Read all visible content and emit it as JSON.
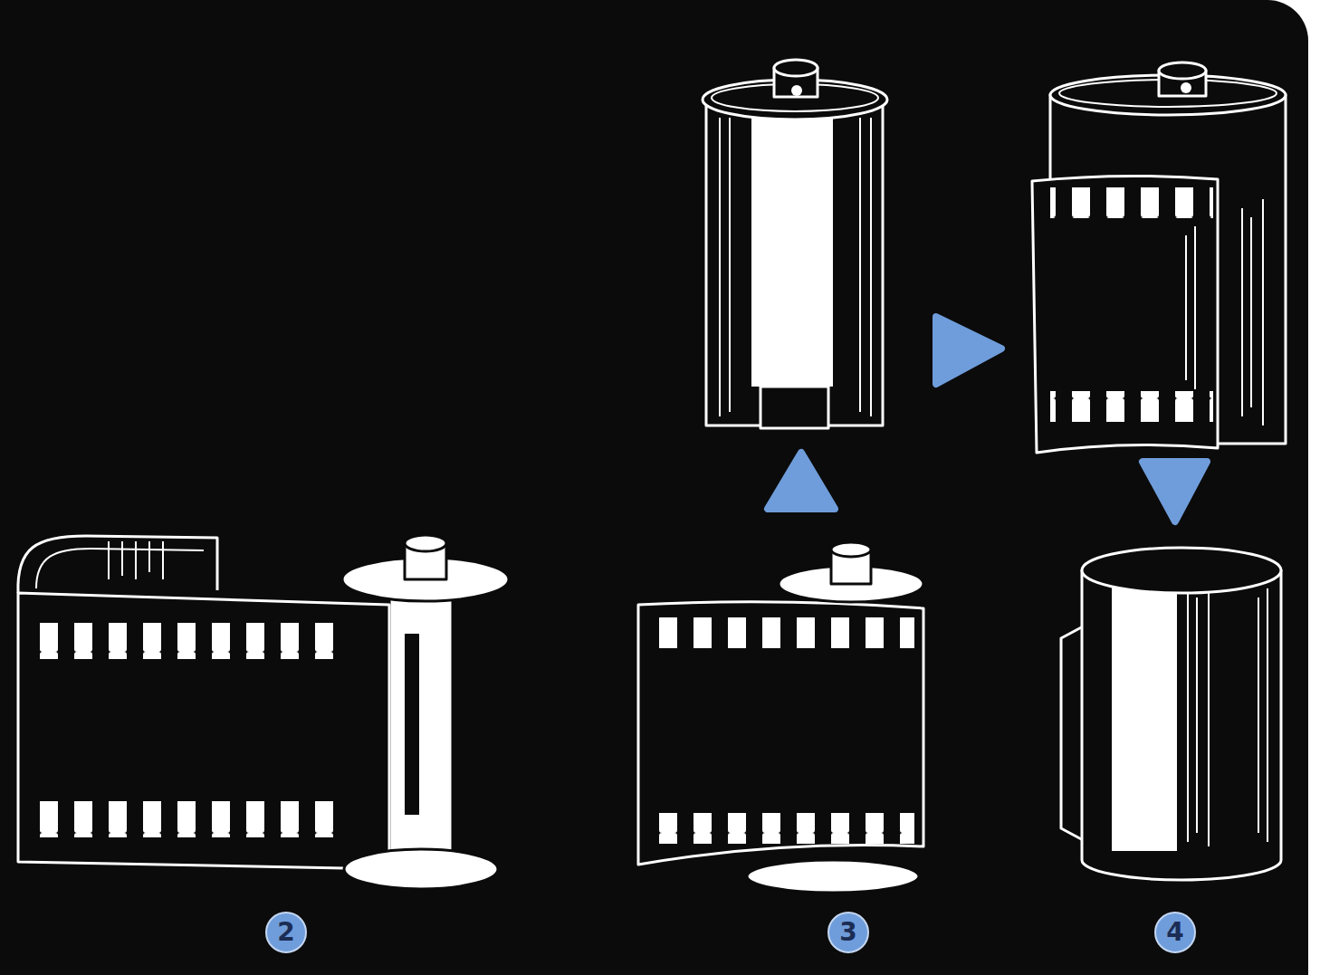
{
  "diagram": {
    "labels": [
      "2",
      "3",
      "4"
    ]
  }
}
